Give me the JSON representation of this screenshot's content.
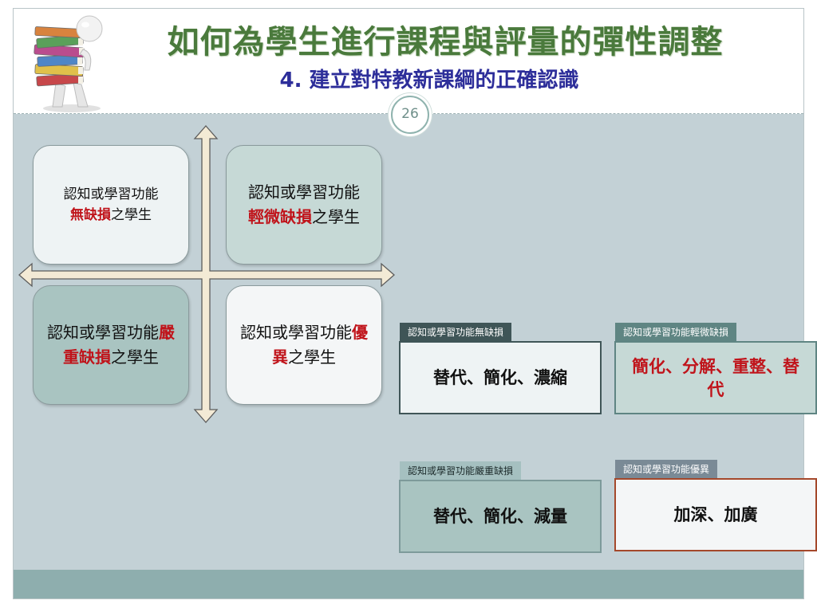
{
  "header": {
    "title": "如何為學生進行課程與評量的彈性調整",
    "subtitle": "4. 建立對特教新課綱的正確認識",
    "page_number": "26"
  },
  "quadrants": {
    "top_left": {
      "pre": "認知或學習功能",
      "highlight": "無缺損",
      "post": "之學生"
    },
    "top_right": {
      "pre": "認知或學習功能",
      "highlight": "輕微缺損",
      "post": "之學生"
    },
    "bottom_left": {
      "pre": "認知或學習功能",
      "highlight": "嚴重缺損",
      "post": "之學生"
    },
    "bottom_right": {
      "pre": "認知或學習功能",
      "highlight": "優異",
      "post": "之學生"
    }
  },
  "strategies": [
    {
      "tag": "認知或學習功能無缺損",
      "text": "替代、簡化、濃縮",
      "tag_color": "#3f5557"
    },
    {
      "tag": "認知或學習功能輕微缺損",
      "text": "簡化、分解、重整、替代",
      "tag_color": "#5f8583",
      "text_color": "#c0141b"
    },
    {
      "tag": "認知或學習功能嚴重缺損",
      "text": "替代、簡化、減量",
      "tag_color": "#a5c0c0"
    },
    {
      "tag": "認知或學習功能優異",
      "text": "加深、加廣",
      "tag_color": "#7a8a96"
    }
  ],
  "icons": [
    "books-figure-icon",
    "four-way-arrow-icon"
  ]
}
